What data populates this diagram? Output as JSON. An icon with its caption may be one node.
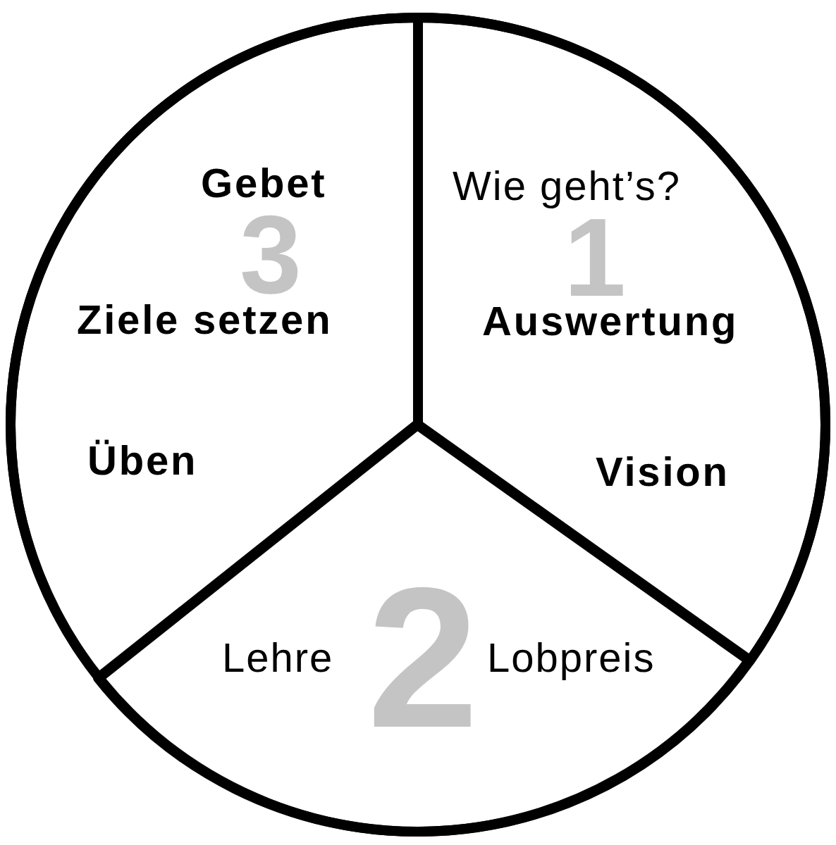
{
  "diagram": {
    "nodes": [
      {
        "text": [],
        "shape": "circle"
      },
      {
        "text": [
          "Wie geht’s?",
          "1",
          "Auswertung",
          "Vision"
        ],
        "in": 0
      },
      {
        "text": [
          "Lehre",
          "2",
          "Lobpreis"
        ],
        "in": 0
      },
      {
        "text": [
          "Gebet",
          "3",
          "Ziele setzen",
          "Üben"
        ],
        "in": 0
      }
    ]
  }
}
